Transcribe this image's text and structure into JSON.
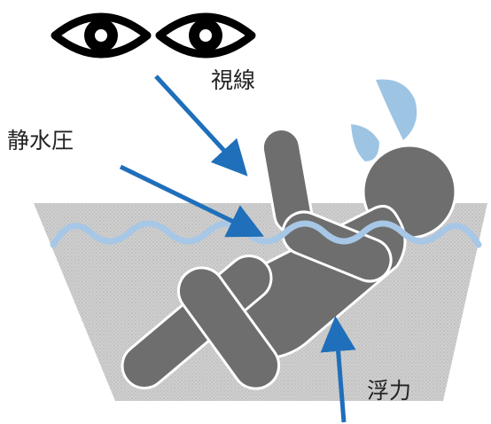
{
  "labels": {
    "gaze": "視線",
    "hydrostatic_pressure": "静水圧",
    "buoyancy": "浮力"
  },
  "colors": {
    "arrow": "#1f6fba",
    "water_wave": "#a7c7e7",
    "figure": "#6e6e6e",
    "tub_fill": "#c9c9c9",
    "eye": "#000000",
    "droplet": "#9ec4e4"
  },
  "icons": {
    "eyes": "eye-icon",
    "droplets": "water-droplet-icon",
    "person": "reclining-person-icon"
  }
}
